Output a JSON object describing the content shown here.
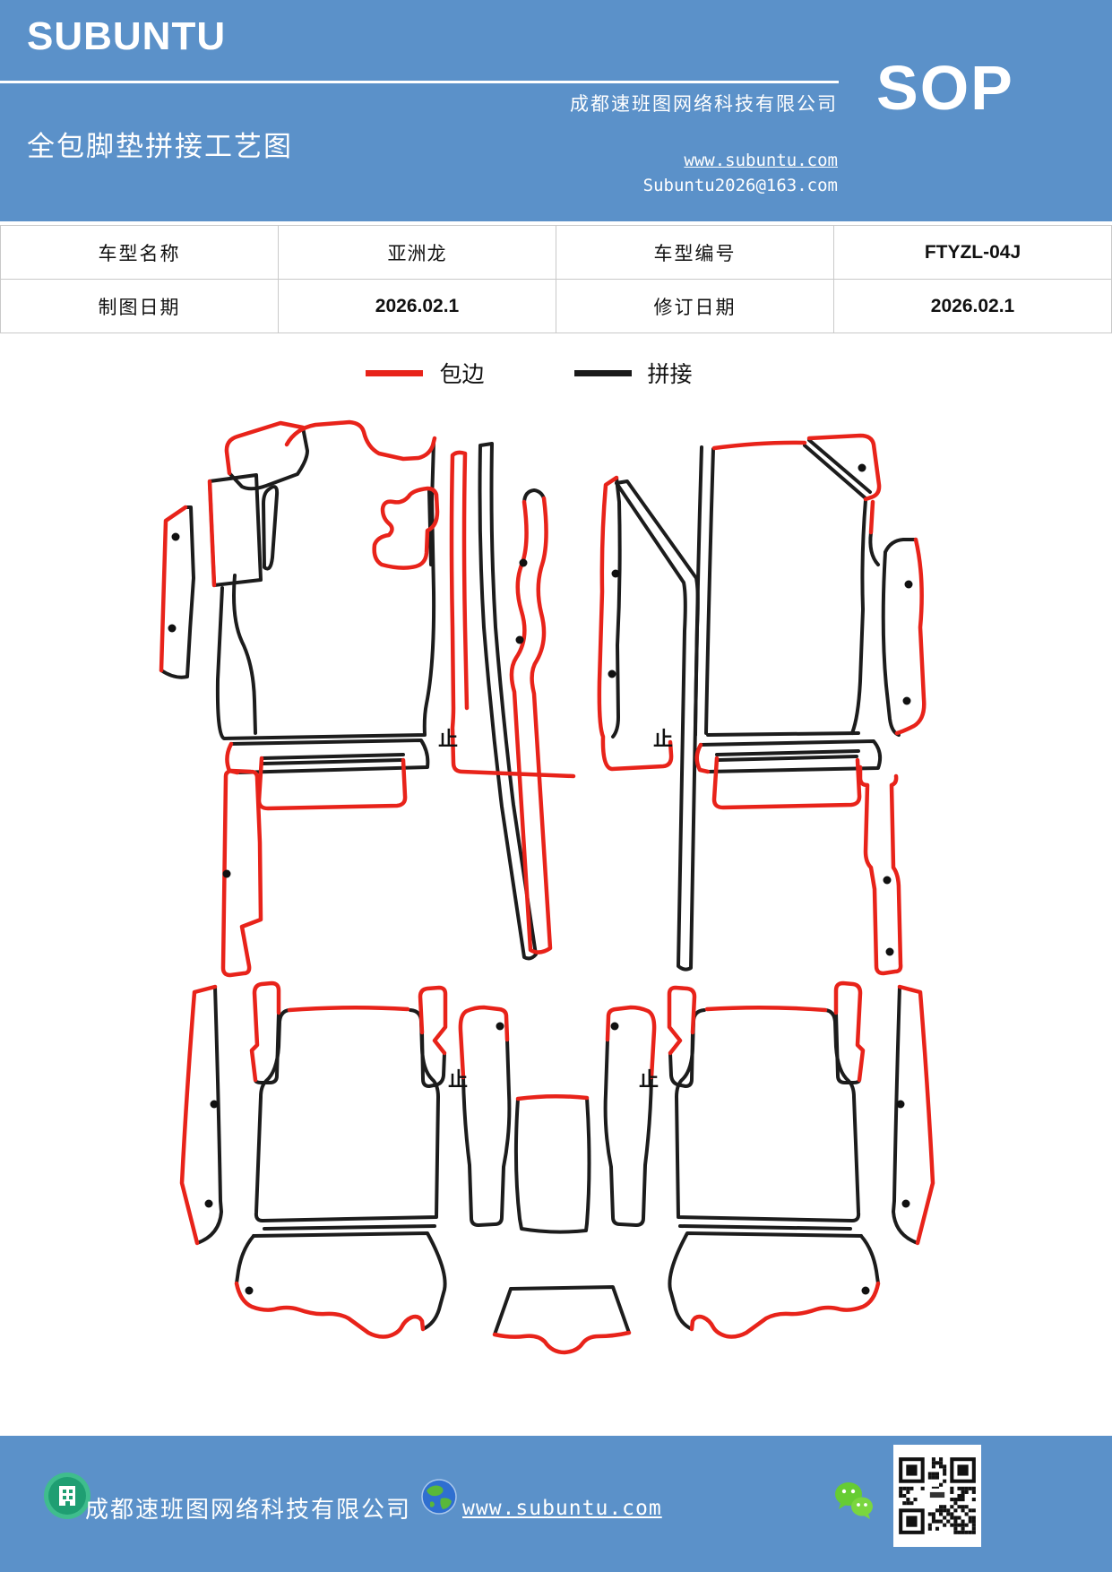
{
  "header": {
    "logo": "SUBUNTU",
    "title": "全包脚垫拼接工艺图",
    "company": "成都速班图网络科技有限公司",
    "website": "www.subuntu.com",
    "email": "Subuntu2026@163.com",
    "sop": "SOP"
  },
  "info_table": {
    "rows": [
      {
        "c0": "车型名称",
        "c1": "亚洲龙",
        "c2": "车型编号",
        "c3": "FTYZL-04J"
      },
      {
        "c0": "制图日期",
        "c1": "2026.02.1",
        "c2": "修订日期",
        "c3": "2026.02.1"
      }
    ]
  },
  "legend": {
    "items": [
      {
        "label": "包边",
        "color": "#e8231a"
      },
      {
        "label": "拼接",
        "color": "#1a1a1a"
      }
    ]
  },
  "diagram": {
    "marker": "止",
    "edge_color": "#e8231a",
    "seam_color": "#1a1a1a"
  },
  "footer": {
    "company": "成都速班图网络科技有限公司",
    "website": "www.subuntu.com"
  }
}
